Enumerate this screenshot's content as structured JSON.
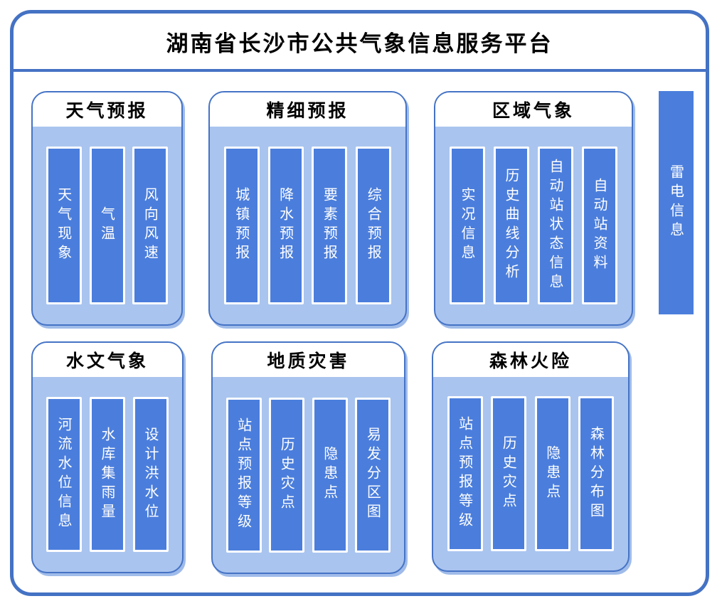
{
  "title": "湖南省长沙市公共气象信息服务平台",
  "colors": {
    "frame_border": "#4472C4",
    "box_border": "#4573C5",
    "box_header_bg": "#FFFFFF",
    "box_body_bg": "#A9C4EF",
    "bar_bg": "#4B7EDC",
    "bar_text": "#FFFFFF",
    "shadow": "#9FBBE9"
  },
  "groups": [
    {
      "label": "天气预报",
      "items": [
        "天气现象",
        "气温",
        "风向风速"
      ]
    },
    {
      "label": "精细预报",
      "items": [
        "城镇预报",
        "降水预报",
        "要素预报",
        "综合预报"
      ]
    },
    {
      "label": "区域气象",
      "items": [
        "实况信息",
        "历史曲线分析",
        "自动站状态信息",
        "自动站资料"
      ]
    },
    {
      "label": "水文气象",
      "items": [
        "河流水位信息",
        "水库集雨量",
        "设计洪水位"
      ]
    },
    {
      "label": "地质灾害",
      "items": [
        "站点预报等级",
        "历史灾点",
        "隐患点",
        "易发分区图"
      ]
    },
    {
      "label": "森林火险",
      "items": [
        "站点预报等级",
        "历史灾点",
        "隐患点",
        "森林分布图"
      ]
    }
  ],
  "side_bar": {
    "label": "雷电信息"
  }
}
